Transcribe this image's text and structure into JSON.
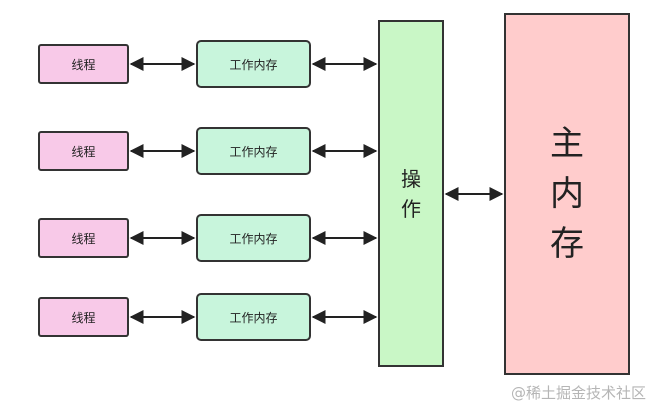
{
  "threads": [
    "线程",
    "线程",
    "线程",
    "线程"
  ],
  "work_memories": [
    "工作内存",
    "工作内存",
    "工作内存",
    "工作内存"
  ],
  "operation": "操作",
  "main_memory": "主内存",
  "watermark": "@稀土掘金技术社区",
  "colors": {
    "thread": "#f8c9e8",
    "work_memory": "#c8f5dc",
    "operation": "#c9f7c6",
    "main_memory": "#ffcccc",
    "border": "#333333"
  }
}
